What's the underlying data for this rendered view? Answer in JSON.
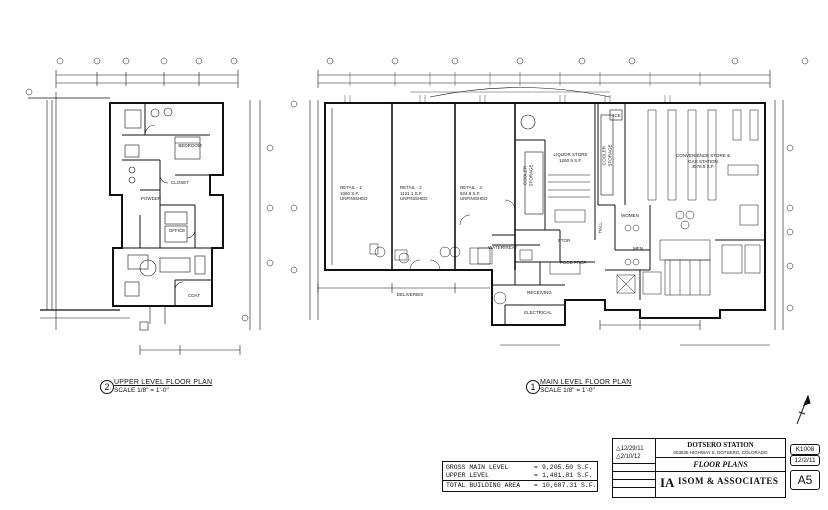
{
  "sheet": {
    "plans": {
      "upper": {
        "number": "2",
        "title": "UPPER LEVEL FLOOR PLAN",
        "scale": "SCALE 1/8\" = 1'-0\""
      },
      "main": {
        "number": "1",
        "title": "MAIN LEVEL FLOOR PLAN",
        "scale": "SCALE 1/8\" = 1'-0\""
      }
    },
    "upper_rooms": {
      "bedroom": "BEDROOM",
      "closet": "CLOSET",
      "powder": "POWDER",
      "office": "OFFICE",
      "coat": "COAT"
    },
    "main_rooms": {
      "retail1": "RETAIL - 1\n1060 S.F.\nUNFINISHED",
      "retail2": "RETAIL - 2\n1121.1 S.F.\nUNFINISHED",
      "retail3": "RETAIL - 3\n924.9 S.F.\nUNFINISHED",
      "liquor": "LIQUOR STORE\n1260.9 S.F.",
      "cooler1": "COOLER STORAGE",
      "cooler2": "COOLER STORAGE",
      "conv": "CONVENIENCE STORE &\nGAS STATION\n4576.5 S.F.",
      "ice": "ICE",
      "hall": "HALL",
      "women": "WOMEN",
      "men": "MEN",
      "water": "WATER",
      "treat": "TREAT",
      "stor": "STOR",
      "foodprep": "FOOD PREP.",
      "receiving": "RECEIVING",
      "electrical": "ELECTRICAL",
      "deliveries": "DELIVERIES"
    },
    "area_summary": [
      {
        "label": "GROSS MAIN LEVEL",
        "value": "9,205.50 S.F."
      },
      {
        "label": "UPPER LEVEL",
        "value": "1,481.81 S.F."
      },
      {
        "label": "TOTAL BUILDING AREA",
        "value": "10,687.31 S.F."
      }
    ],
    "title_block": {
      "revisions": [
        "12/29/11",
        "2/10/12"
      ],
      "project": "DOTSERO STATION",
      "address": "003535 HIGHWAY 6, DOTSERO, COLORADO",
      "sheet_name": "FLOOR PLANS",
      "logo": "IA",
      "firm": "ISOM & ASSOCIATES",
      "job_no": "K1008",
      "date": "12/2/11",
      "sheet_no": "A5"
    }
  }
}
